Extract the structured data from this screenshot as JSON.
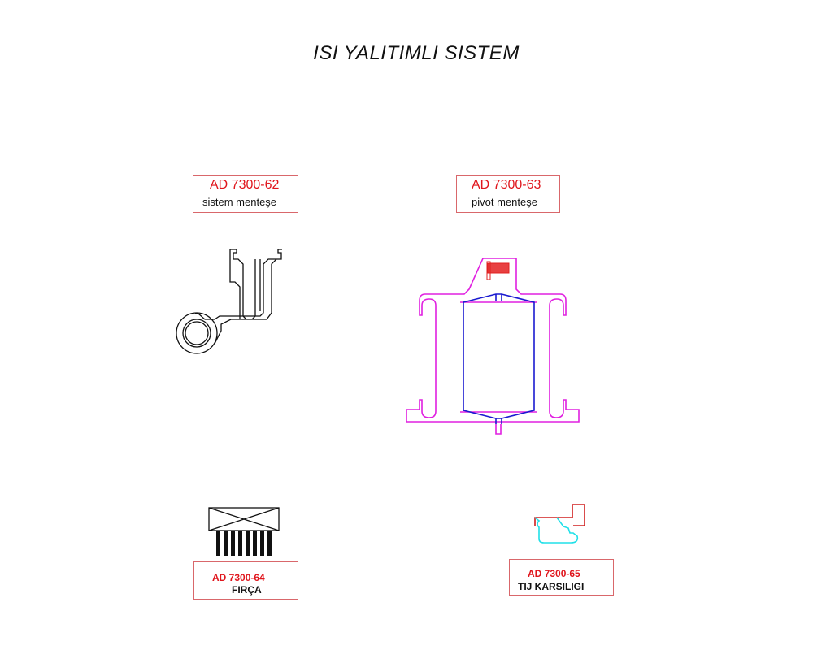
{
  "title": "ISI  YALITIMLI SISTEM",
  "parts": [
    {
      "code": "AD 7300-62",
      "name": "sistem menteşe"
    },
    {
      "code": "AD 7300-63",
      "name": "pivot menteşe"
    },
    {
      "code": "AD 7300-64",
      "name": "FIRÇA"
    },
    {
      "code": "AD 7300-65",
      "name": "TIJ KARSILIGI"
    }
  ],
  "colors": {
    "label_red": "#e0161d",
    "profile_magenta": "#e020e0",
    "core_blue": "#1a1ad0",
    "gasket_red": "#e02020",
    "seal_cyan": "#20e0e8"
  }
}
